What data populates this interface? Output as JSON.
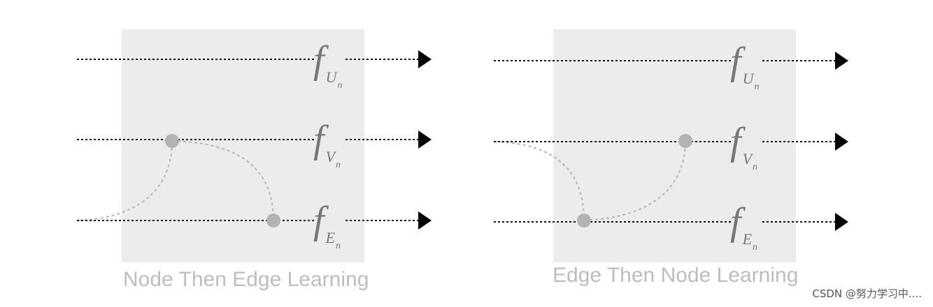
{
  "colors": {
    "panel": "#ececec",
    "track_line": "#111111",
    "connector": "#b5b5b5",
    "node": "#b3b3b3",
    "function_label": "#777777",
    "caption": "#bdbdbd"
  },
  "function_symbol": "f",
  "panels": [
    {
      "caption": "Node Then Edge Learning",
      "rows": [
        {
          "subscript": "U",
          "subsubscript": "n"
        },
        {
          "subscript": "V",
          "subsubscript": "n"
        },
        {
          "subscript": "E",
          "subsubscript": "n"
        }
      ]
    },
    {
      "caption": "Edge Then Node Learning",
      "rows": [
        {
          "subscript": "U",
          "subsubscript": "n"
        },
        {
          "subscript": "V",
          "subsubscript": "n"
        },
        {
          "subscript": "E",
          "subsubscript": "n"
        }
      ]
    }
  ],
  "watermark": "CSDN @努力学习中...."
}
